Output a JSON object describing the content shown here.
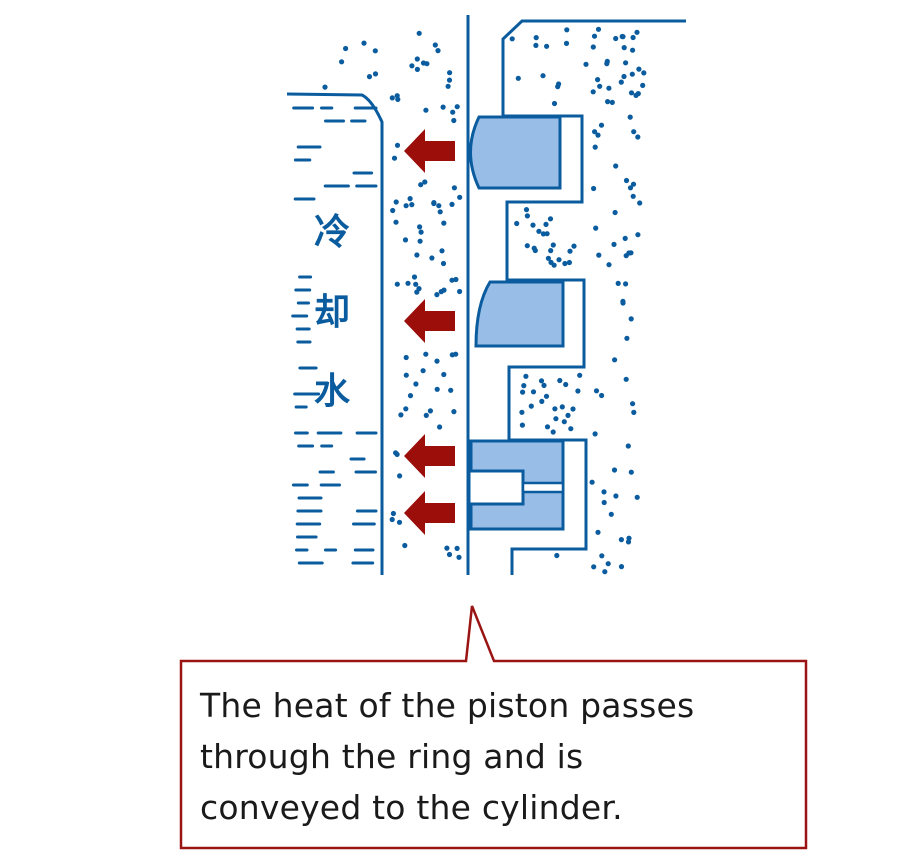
{
  "colors": {
    "line": "#0b5c9e",
    "ring_fill": "#98bde6",
    "arrow": "#9b0e0a",
    "callout_border": "#9b1414",
    "text": "#1a1a1a"
  },
  "diagram": {
    "coolant_label_chars": [
      "冷",
      "却",
      "水"
    ],
    "heat_arrow_count": 4
  },
  "callout": {
    "lines": [
      "The heat of the piston passes",
      "through the ring and is",
      "conveyed to the cylinder."
    ]
  }
}
